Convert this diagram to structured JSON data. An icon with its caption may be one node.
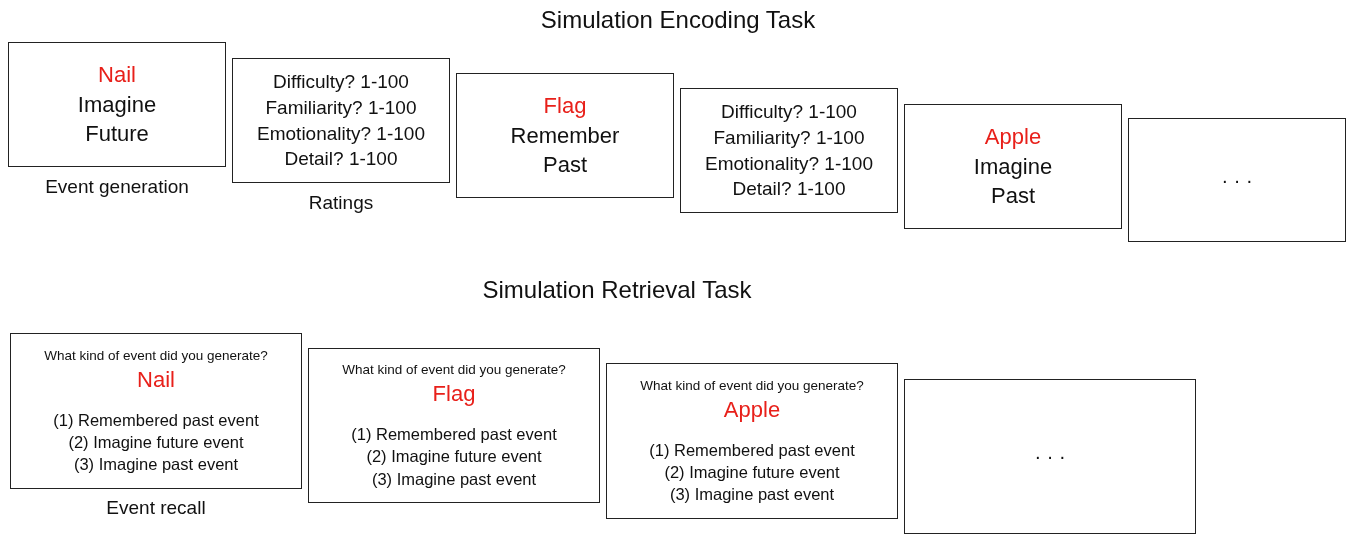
{
  "diagram": {
    "nodes": [
      {
        "text": [
          "Nail",
          "Imagine",
          "Future"
        ],
        "beside": [
          "Event generation"
        ]
      },
      {
        "text": [
          "Difficulty? 1-100",
          "Familiarity? 1-100",
          "Emotionality? 1-100",
          "Detail? 1-100"
        ],
        "beside": [
          "Ratings"
        ]
      },
      {
        "text": [
          "Flag",
          "Remember",
          "Past"
        ]
      },
      {
        "text": [
          "Difficulty? 1-100",
          "Familiarity? 1-100",
          "Emotionality? 1-100",
          "Detail? 1-100"
        ]
      },
      {
        "text": [
          "Apple",
          "Imagine",
          "Past"
        ]
      },
      {
        "text": [
          "· · ·"
        ]
      },
      {
        "text": [
          "What kind of event did you generate?",
          "Nail",
          "(1) Remembered past event",
          "(2) Imagine future event",
          "(3) Imagine past event"
        ],
        "beside": [
          "Event recall"
        ]
      },
      {
        "text": [
          "What kind of event did you generate?",
          "Flag",
          "(1) Remembered past event",
          "(2) Imagine future event",
          "(3) Imagine past event"
        ]
      },
      {
        "text": [
          "What kind of event did you generate?",
          "Apple",
          "(1) Remembered past event",
          "(2) Imagine future event",
          "(3) Imagine past event"
        ]
      },
      {
        "text": [
          "· · ·"
        ]
      }
    ],
    "labels": [
      "Simulation Encoding Task",
      "Simulation Retrieval Task"
    ]
  }
}
